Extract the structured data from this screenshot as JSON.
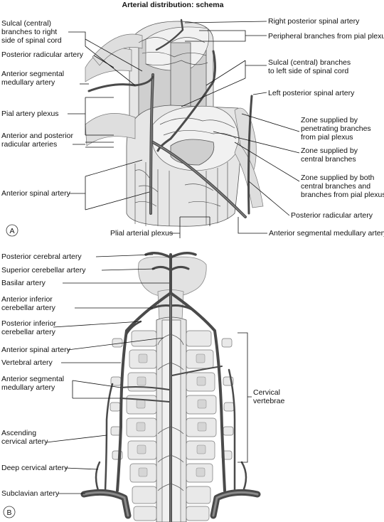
{
  "title": "Arterial distribution: schema",
  "panel_a": {
    "letter": "A",
    "labels_left": [
      [
        "Sulcal (central)",
        "branches to right",
        "side of spinal cord"
      ],
      [
        "Posterior radicular artery"
      ],
      [
        "Anterior segmental",
        "medullary artery"
      ],
      [
        "Pial artery plexus"
      ],
      [
        "Anterior and posterior",
        "radicular arteries"
      ],
      [
        "Anterior spinal artery"
      ]
    ],
    "labels_right": [
      [
        "Right posterior spinal artery"
      ],
      [
        "Peripheral branches from pial plexus"
      ],
      [
        "Sulcal (central) branches",
        "to left side of spinal cord"
      ],
      [
        "Left posterior spinal artery"
      ],
      [
        "Zone supplied by",
        "penetrating branches",
        "from pial plexus"
      ],
      [
        "Zone supplied by",
        "central branches"
      ],
      [
        "Zone supplied by both",
        "central branches and",
        "branches from pial plexus"
      ],
      [
        "Posterior radicular artery"
      ],
      [
        "Anterior segmental medullary artery"
      ]
    ],
    "label_bottom": "Plial arterial plexus"
  },
  "panel_b": {
    "letter": "B",
    "labels_left": [
      [
        "Posterior cerebral artery"
      ],
      [
        "Superior cerebellar artery"
      ],
      [
        "Basilar artery"
      ],
      [
        "Anterior inferior",
        "cerebellar artery"
      ],
      [
        "Posterior inferior",
        "cerebellar artery"
      ],
      [
        "Anterior spinal artery"
      ],
      [
        "Vertebral artery"
      ],
      [
        "Anterior segmental",
        "medullary artery"
      ],
      [
        "Ascending",
        "cervical artery"
      ],
      [
        "Deep cervical artery"
      ],
      [
        "Subclavian artery"
      ]
    ],
    "labels_right": [
      [
        "Cervical",
        "vertebrae"
      ]
    ]
  }
}
